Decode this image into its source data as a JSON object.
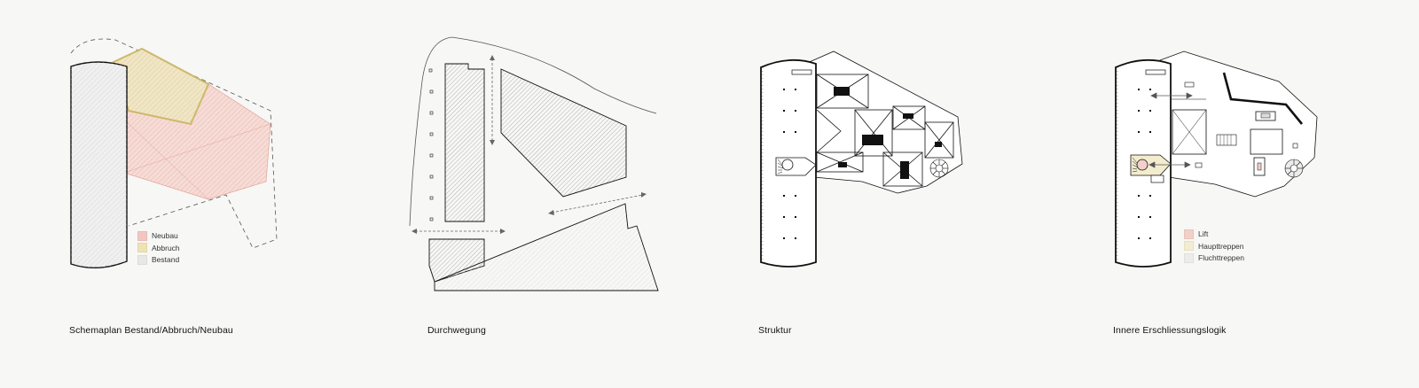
{
  "colors": {
    "neubau": "#f2c7c0",
    "abbruch": "#d9c27c",
    "bestand": "#e8e8e8",
    "lift": "#f2cfc8",
    "haupttreppen": "#f3eccf",
    "fluchttreppen": "#ececec",
    "line": "#111111",
    "background": "#f7f7f5"
  },
  "panels": [
    {
      "caption": "Schemaplan Bestand/Abbruch/Neubau",
      "legend": [
        {
          "label": "Neubau",
          "color_key": "neubau"
        },
        {
          "label": "Abbruch",
          "color_key": "abbruch"
        },
        {
          "label": "Bestand",
          "color_key": "bestand"
        }
      ]
    },
    {
      "caption": "Durchwegung"
    },
    {
      "caption": "Struktur"
    },
    {
      "caption": "Innere Erschliessungslogik",
      "legend": [
        {
          "label": "Lift",
          "color_key": "lift"
        },
        {
          "label": "Haupttreppen",
          "color_key": "haupttreppen"
        },
        {
          "label": "Fluchttreppen",
          "color_key": "fluchttreppen"
        }
      ]
    }
  ]
}
